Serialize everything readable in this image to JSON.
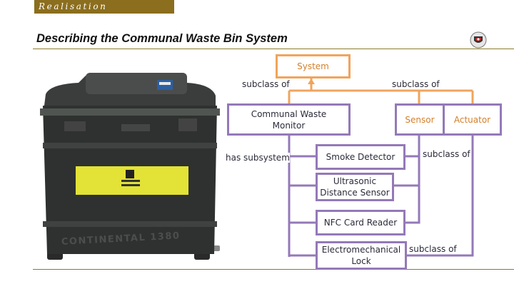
{
  "header": {
    "section_tab": "Realisation",
    "title": "Describing the Communal Waste Bin System"
  },
  "colors": {
    "orange": "#f0a45c",
    "purple": "#9479b8",
    "tab": "#8b6e1e",
    "rule": "#8b7a2a"
  },
  "bin_label": "CONTINENTAL 1380",
  "diagram": {
    "nodes": {
      "system": "System",
      "monitor": "Communal Waste\nMonitor",
      "sensor": "Sensor",
      "actuator": "Actuator",
      "smoke": "Smoke Detector",
      "ultrasonic": "Ultrasonic\nDistance Sensor",
      "nfc": "NFC Card Reader",
      "lock": "Electromechanical\nLock"
    },
    "labels": {
      "subclass_left": "subclass of",
      "subclass_right": "subclass of",
      "has_subsystem": "has subsystem",
      "subclass_sensor": "subclass of",
      "subclass_actuator": "subclass of"
    }
  }
}
